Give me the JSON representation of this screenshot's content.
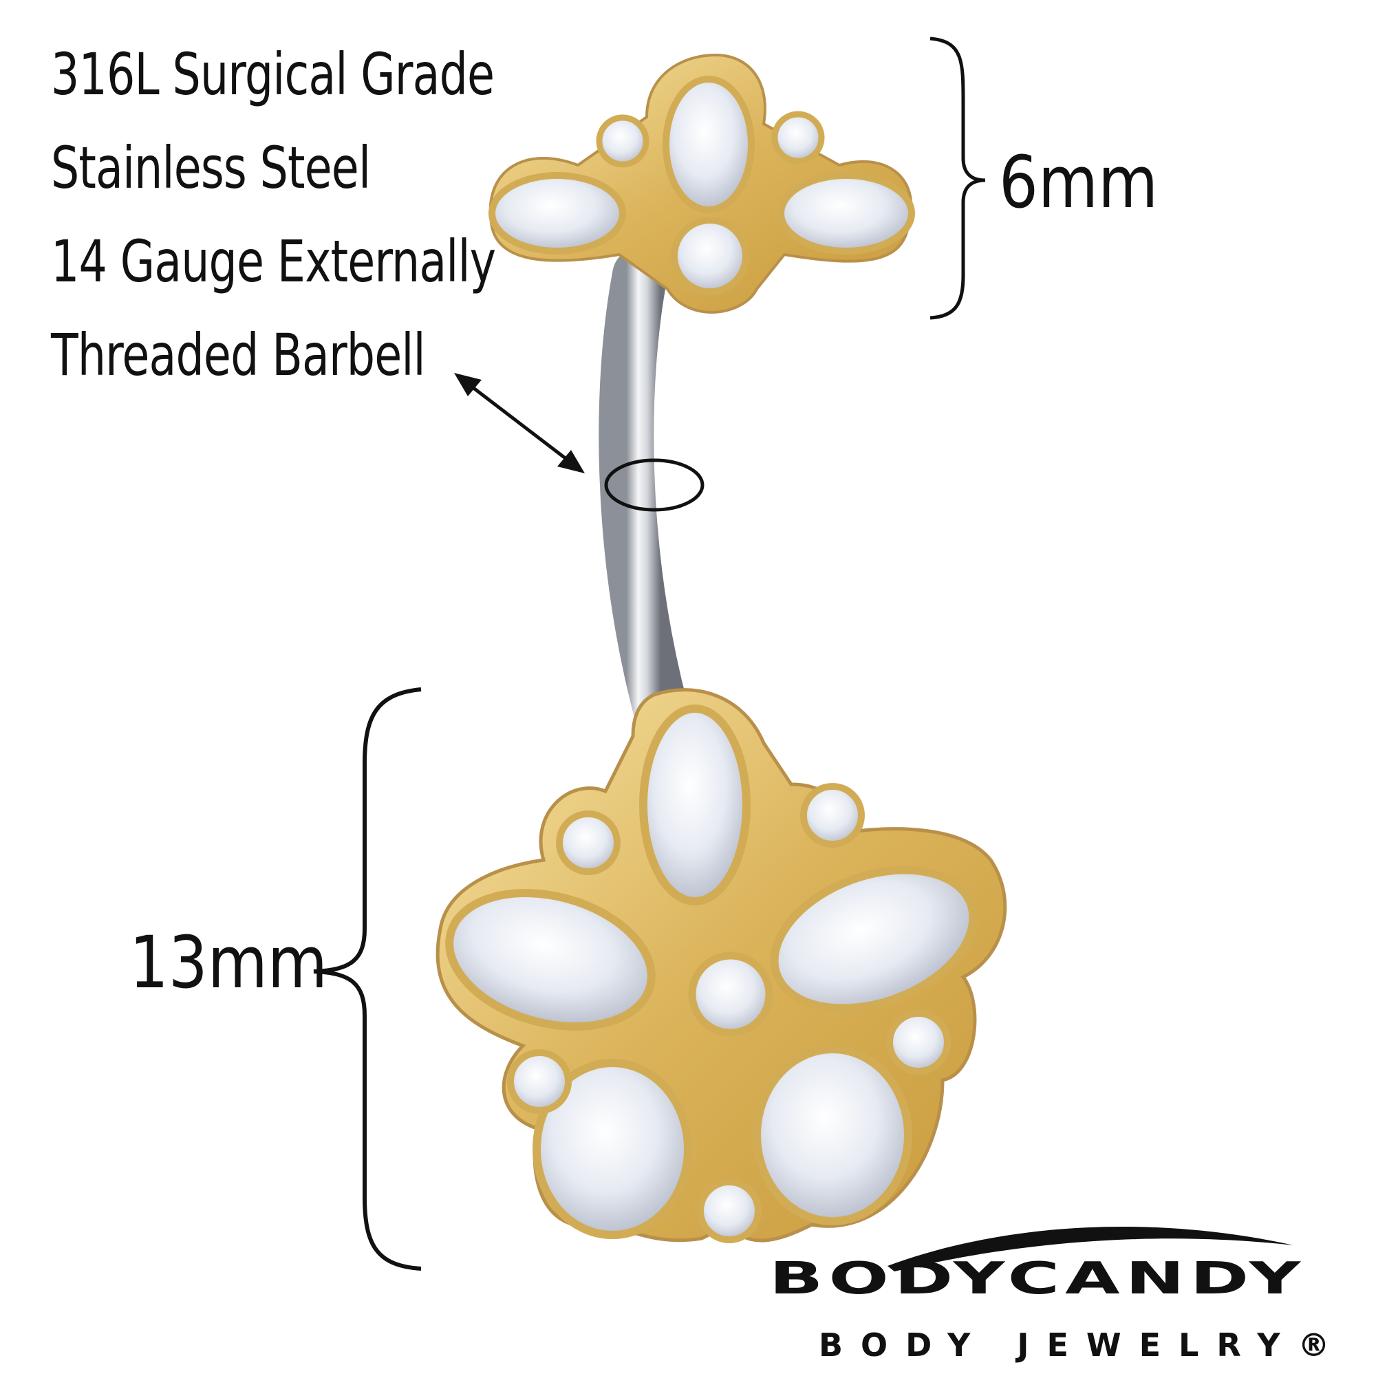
{
  "specs": {
    "line1": "316L Surgical Grade",
    "line2": "Stainless Steel",
    "line3": "14 Gauge Externally",
    "line4": "Threaded Barbell"
  },
  "dimensions": {
    "top_size": "6mm",
    "bottom_size": "13mm"
  },
  "logo": {
    "brand": "BODYCANDY",
    "tagline": "BODY JEWELRY®"
  },
  "colors": {
    "gold": "#d9b45a",
    "gold_light": "#f3dc93",
    "steel": "#c9ccd2",
    "crystal": "#eef1f6",
    "ink": "#111111"
  }
}
